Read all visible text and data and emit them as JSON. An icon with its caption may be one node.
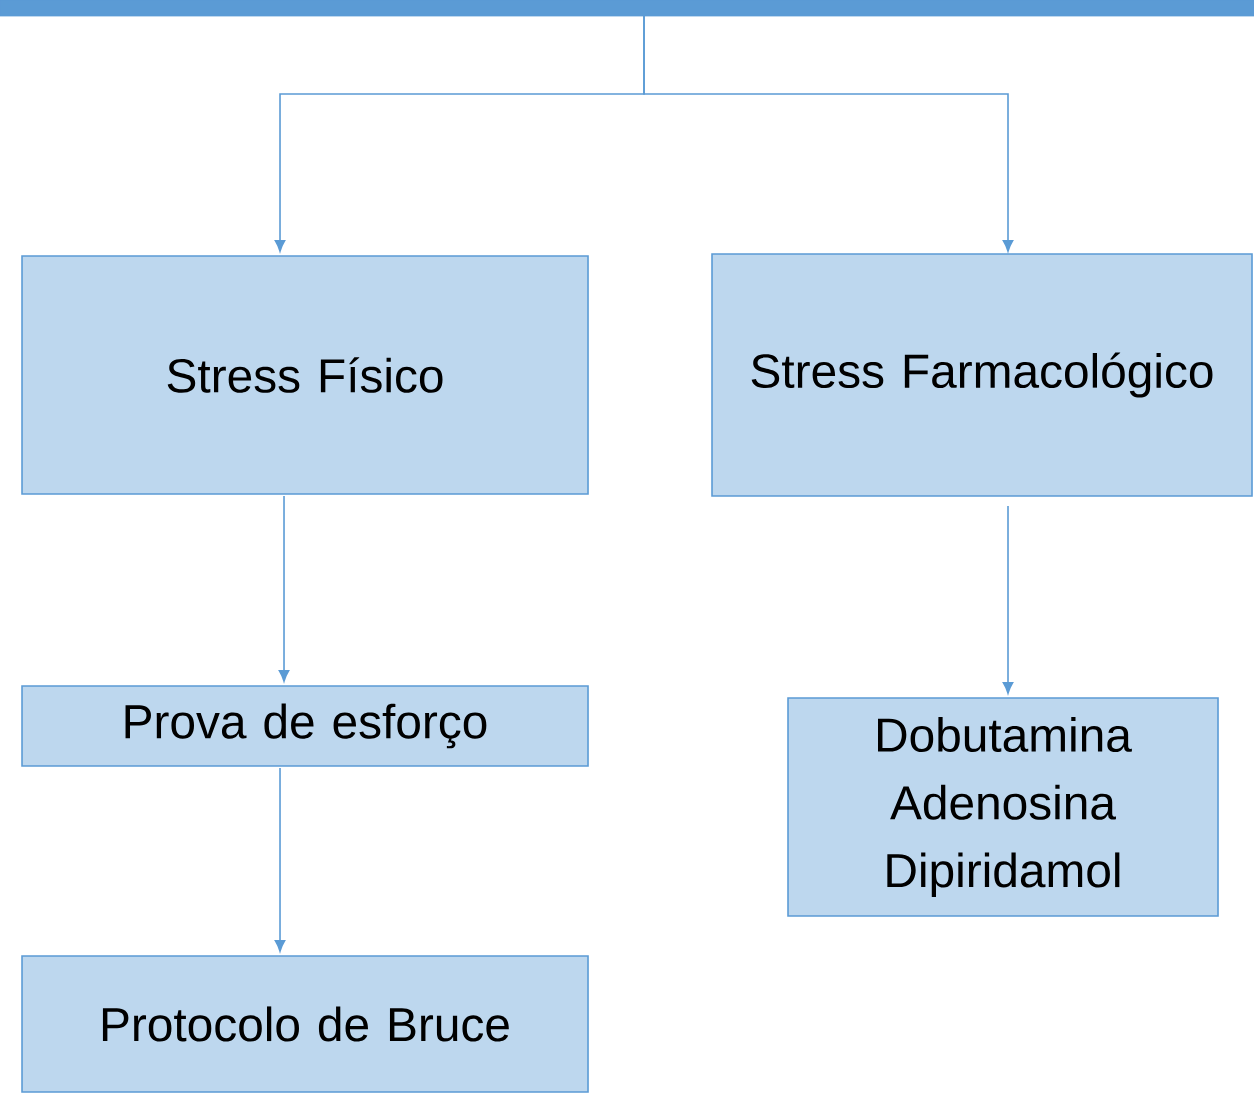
{
  "diagram": {
    "nodes": [
      {
        "text": [],
        "shape": "bar"
      },
      {
        "text": [
          "Stress Físico"
        ]
      },
      {
        "text": [
          "Stress Farmacológico"
        ]
      },
      {
        "text": [
          "Prova de esforço"
        ]
      },
      {
        "text": [
          "Protocolo de Bruce"
        ]
      },
      {
        "text": [
          "Dobutamina",
          "Adenosina",
          "Dipiridamol"
        ]
      }
    ],
    "edges": [
      {
        "from": 0,
        "to": 1,
        "arrow": "to"
      },
      {
        "from": 0,
        "to": 2,
        "arrow": "to"
      },
      {
        "from": 1,
        "to": 3,
        "arrow": "to"
      },
      {
        "from": 3,
        "to": 4,
        "arrow": "to"
      },
      {
        "from": 2,
        "to": 5,
        "arrow": "to"
      }
    ]
  }
}
